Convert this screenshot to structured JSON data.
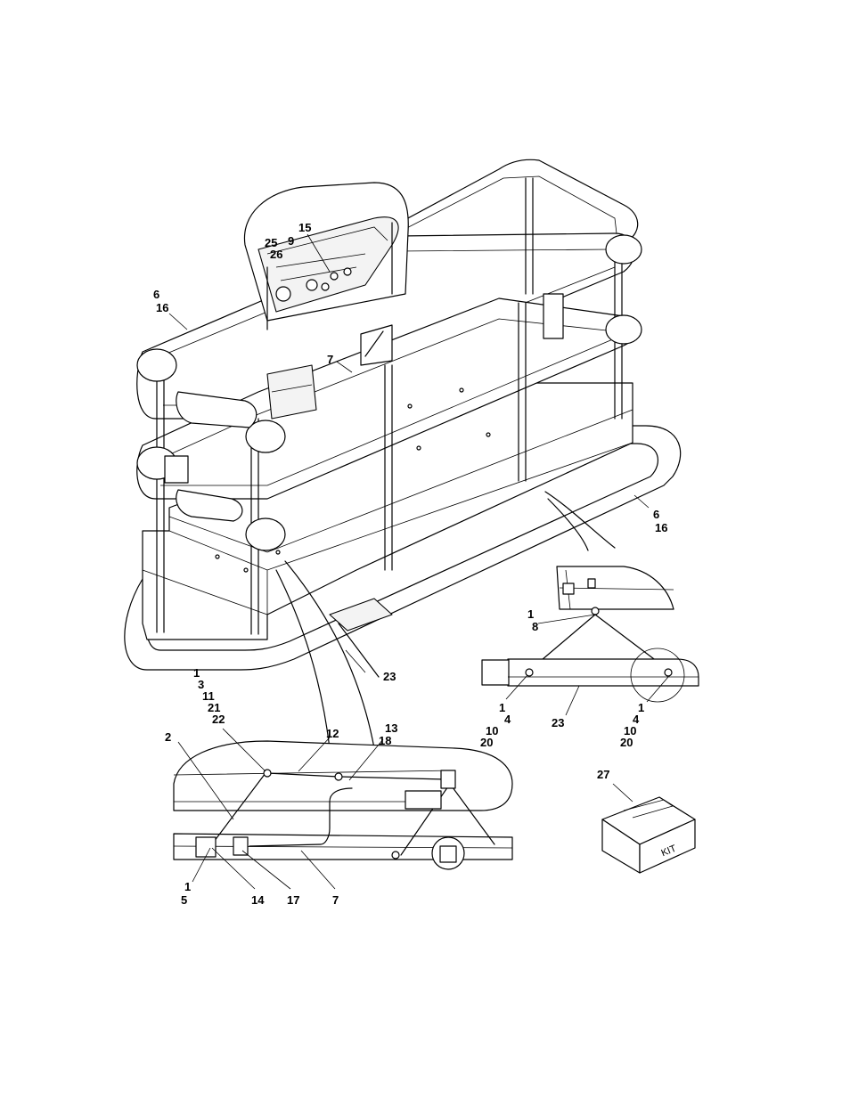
{
  "callouts": [
    {
      "id": "c-15",
      "label": "15"
    },
    {
      "id": "c-25",
      "label": "25"
    },
    {
      "id": "c-9",
      "label": "9"
    },
    {
      "id": "c-26",
      "label": "26"
    },
    {
      "id": "c-6a",
      "label": "6"
    },
    {
      "id": "c-16a",
      "label": "16"
    },
    {
      "id": "c-7a",
      "label": "7"
    },
    {
      "id": "c-6b",
      "label": "6"
    },
    {
      "id": "c-16b",
      "label": "16"
    },
    {
      "id": "c-1a",
      "label": "1"
    },
    {
      "id": "c-8",
      "label": "8"
    },
    {
      "id": "c-23a",
      "label": "23"
    },
    {
      "id": "c-1b",
      "label": "1"
    },
    {
      "id": "c-3",
      "label": "3"
    },
    {
      "id": "c-11",
      "label": "11"
    },
    {
      "id": "c-21",
      "label": "21"
    },
    {
      "id": "c-22",
      "label": "22"
    },
    {
      "id": "c-1c",
      "label": "1"
    },
    {
      "id": "c-4a",
      "label": "4"
    },
    {
      "id": "c-10a",
      "label": "10"
    },
    {
      "id": "c-20a",
      "label": "20"
    },
    {
      "id": "c-23b",
      "label": "23"
    },
    {
      "id": "c-1d",
      "label": "1"
    },
    {
      "id": "c-4b",
      "label": "4"
    },
    {
      "id": "c-10b",
      "label": "10"
    },
    {
      "id": "c-20b",
      "label": "20"
    },
    {
      "id": "c-2",
      "label": "2"
    },
    {
      "id": "c-12",
      "label": "12"
    },
    {
      "id": "c-13",
      "label": "13"
    },
    {
      "id": "c-18",
      "label": "18"
    },
    {
      "id": "c-27",
      "label": "27"
    },
    {
      "id": "c-1e",
      "label": "1"
    },
    {
      "id": "c-5",
      "label": "5"
    },
    {
      "id": "c-14",
      "label": "14"
    },
    {
      "id": "c-17",
      "label": "17"
    },
    {
      "id": "c-7b",
      "label": "7"
    }
  ],
  "kit_box_text": "KIT"
}
